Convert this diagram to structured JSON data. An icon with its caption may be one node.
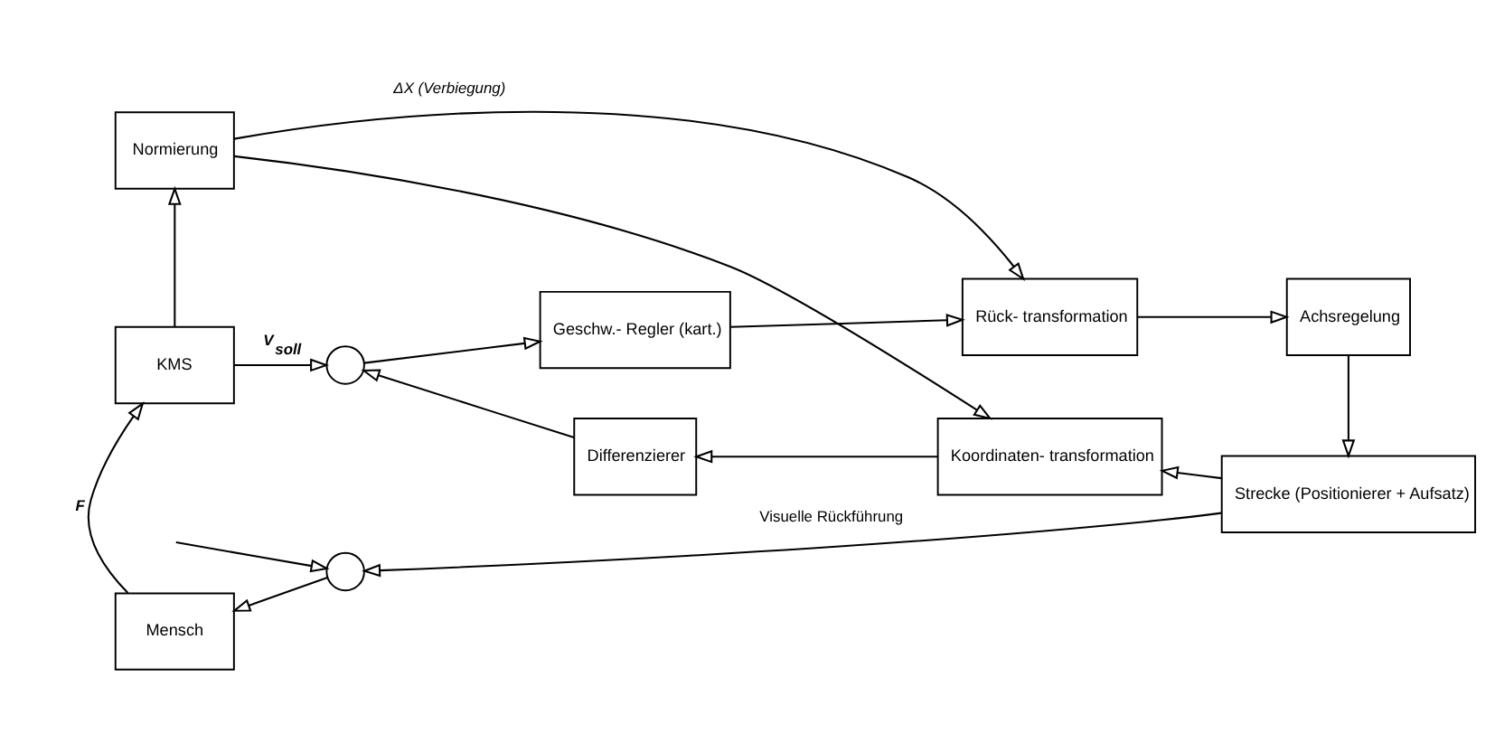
{
  "diagram": {
    "nodes": [
      {
        "text": [
          "Normierung"
        ]
      },
      {
        "text": [
          "KMS"
        ]
      },
      {
        "text": [
          "Mensch"
        ]
      },
      {
        "text": [],
        "shape": "circle"
      },
      {
        "text": [
          "Geschw.- Regler (kart.)"
        ]
      },
      {
        "text": [
          "Rück- transformation"
        ]
      },
      {
        "text": [
          "Achsregelung"
        ]
      },
      {
        "text": [
          "Differenzierer"
        ]
      },
      {
        "text": [
          "Koordinaten- transformation"
        ]
      },
      {
        "text": [
          "Strecke (Positionierer + Aufsatz)"
        ]
      },
      {
        "text": [],
        "shape": "circle"
      }
    ],
    "edges": [
      {
        "from": 2,
        "to": 1,
        "arrow": "to",
        "label": "F"
      },
      {
        "from": 1,
        "to": 0,
        "arrow": "to"
      },
      {
        "from": 1,
        "to": 3,
        "arrow": "to",
        "label": "V$_{soll}$"
      },
      {
        "from": 3,
        "to": 4,
        "arrow": "to"
      },
      {
        "from": 4,
        "to": 5,
        "arrow": "to"
      },
      {
        "from": 0,
        "to": 5,
        "arrow": "to",
        "label": "ΔX (Verbiegung)"
      },
      {
        "from": 0,
        "to": 8,
        "arrow": "to"
      },
      {
        "from": 5,
        "to": 6,
        "arrow": "to"
      },
      {
        "from": 6,
        "to": 9,
        "arrow": "to"
      },
      {
        "from": 9,
        "to": 8,
        "arrow": "to"
      },
      {
        "from": 8,
        "to": 7,
        "arrow": "to"
      },
      {
        "from": 7,
        "to": 3,
        "arrow": "to"
      },
      {
        "from": 9,
        "to": 10,
        "arrow": "to",
        "label": "Visuelle Rückführung"
      },
      {
        "from": null,
        "to": 10,
        "arrow": "to"
      },
      {
        "from": 10,
        "to": 2,
        "arrow": "to"
      }
    ]
  }
}
